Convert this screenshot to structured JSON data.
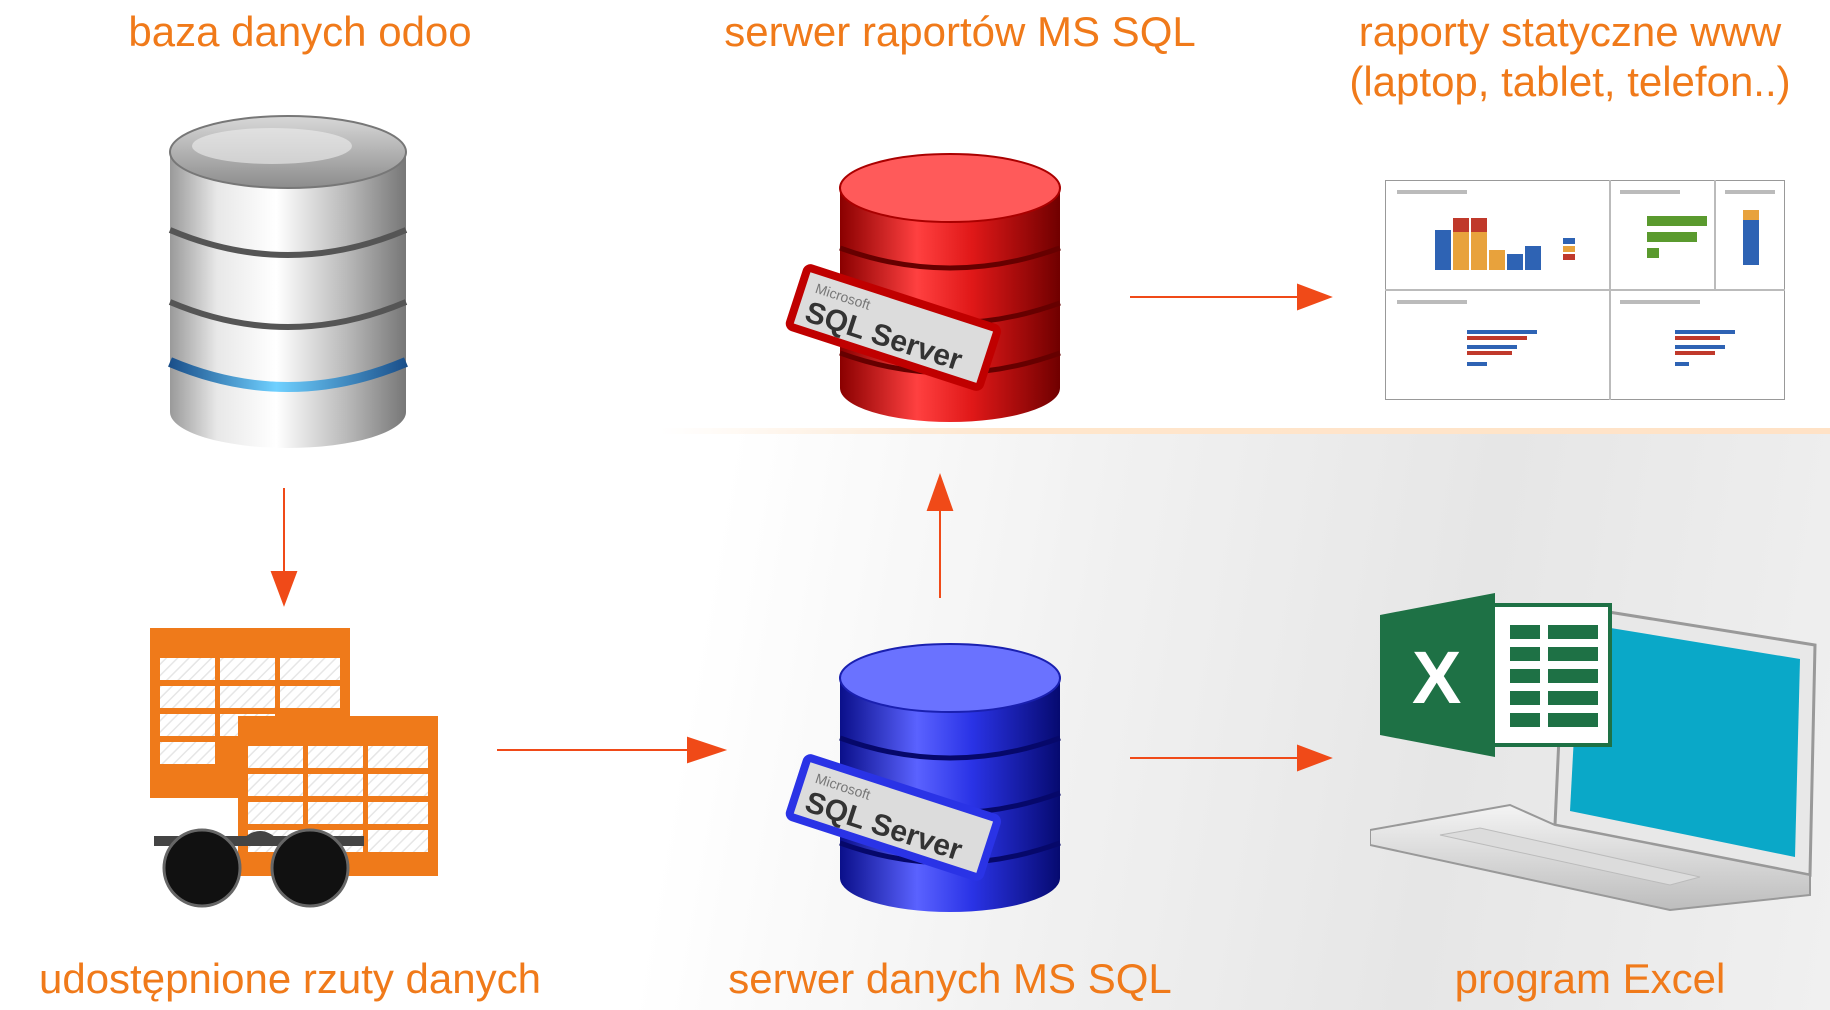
{
  "labels": {
    "odoo_db": "baza danych odoo",
    "report_server": "serwer raportów MS SQL",
    "static_reports_line1": "raporty statyczne www",
    "static_reports_line2": "(laptop, tablet, telefon..)",
    "shared_views": "udostępnione rzuty danych",
    "data_server": "serwer danych MS SQL",
    "excel_program": "program Excel"
  },
  "badges": {
    "microsoft": "Microsoft",
    "sql_server": "SQL Server",
    "excel_letter": "X"
  },
  "colors": {
    "label": "#f07a1a",
    "arrow": "#f04a18",
    "report_db": "#e01818",
    "data_db": "#2a33e6",
    "tables": "#ef7a1a",
    "excel": "#1e7145",
    "laptop_screen": "#0aa8c8"
  },
  "icons": [
    "database-icon",
    "sql-server-red-icon",
    "report-preview-icon",
    "shared-tables-icon",
    "sql-server-blue-icon",
    "excel-laptop-icon"
  ]
}
